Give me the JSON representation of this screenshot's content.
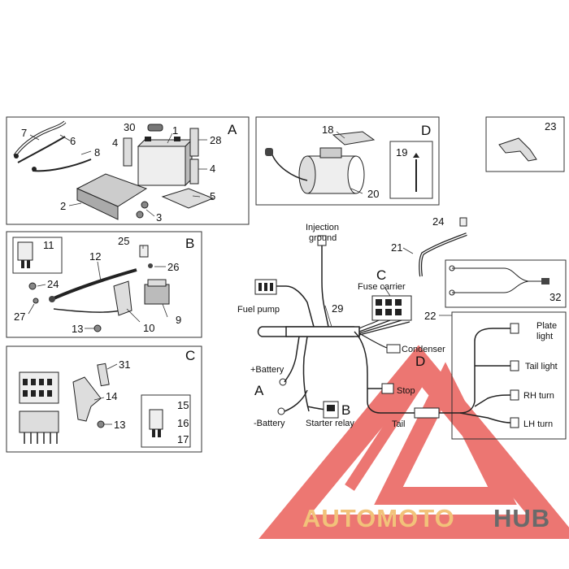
{
  "panels": {
    "battery_box": {
      "letter": "A",
      "parts": [
        "30",
        "1",
        "28",
        "7",
        "6",
        "8",
        "4",
        "4",
        "2",
        "5",
        "3"
      ]
    },
    "cable_box": {
      "letter": "B",
      "parts": [
        "11",
        "25",
        "26",
        "12",
        "24",
        "27",
        "9",
        "13",
        "10"
      ]
    },
    "fuse_box": {
      "letter": "C",
      "parts": [
        "31",
        "14",
        "13",
        "15",
        "16",
        "17"
      ]
    },
    "tank_box": {
      "letter": "D",
      "parts": [
        "18",
        "19",
        "20"
      ]
    },
    "clip_box": {
      "part": "23"
    },
    "taillight_box": {
      "part": "32"
    }
  },
  "harness": {
    "part_numbers": [
      "24",
      "21",
      "29",
      "22"
    ],
    "labels": {
      "injection_ground": [
        "Injection",
        "ground"
      ],
      "fuse_carrier": "Fuse carrier",
      "fuel_pump": "Fuel pump",
      "condenser": "Condenser",
      "plus_battery": "+Battery",
      "minus_battery": "-Battery",
      "starter_relay": "Starter relay",
      "stop": "Stop",
      "tail": "Tail",
      "plate_light": [
        "Plate",
        "light"
      ],
      "tail_light": "Tail light",
      "rh_turn": "RH turn",
      "lh_turn": "LH turn"
    },
    "letters": {
      "c": "C",
      "d": "D",
      "a": "A",
      "b": "B"
    }
  },
  "watermark": {
    "part1": "AUTOMOTO",
    "part2": "HUB"
  }
}
